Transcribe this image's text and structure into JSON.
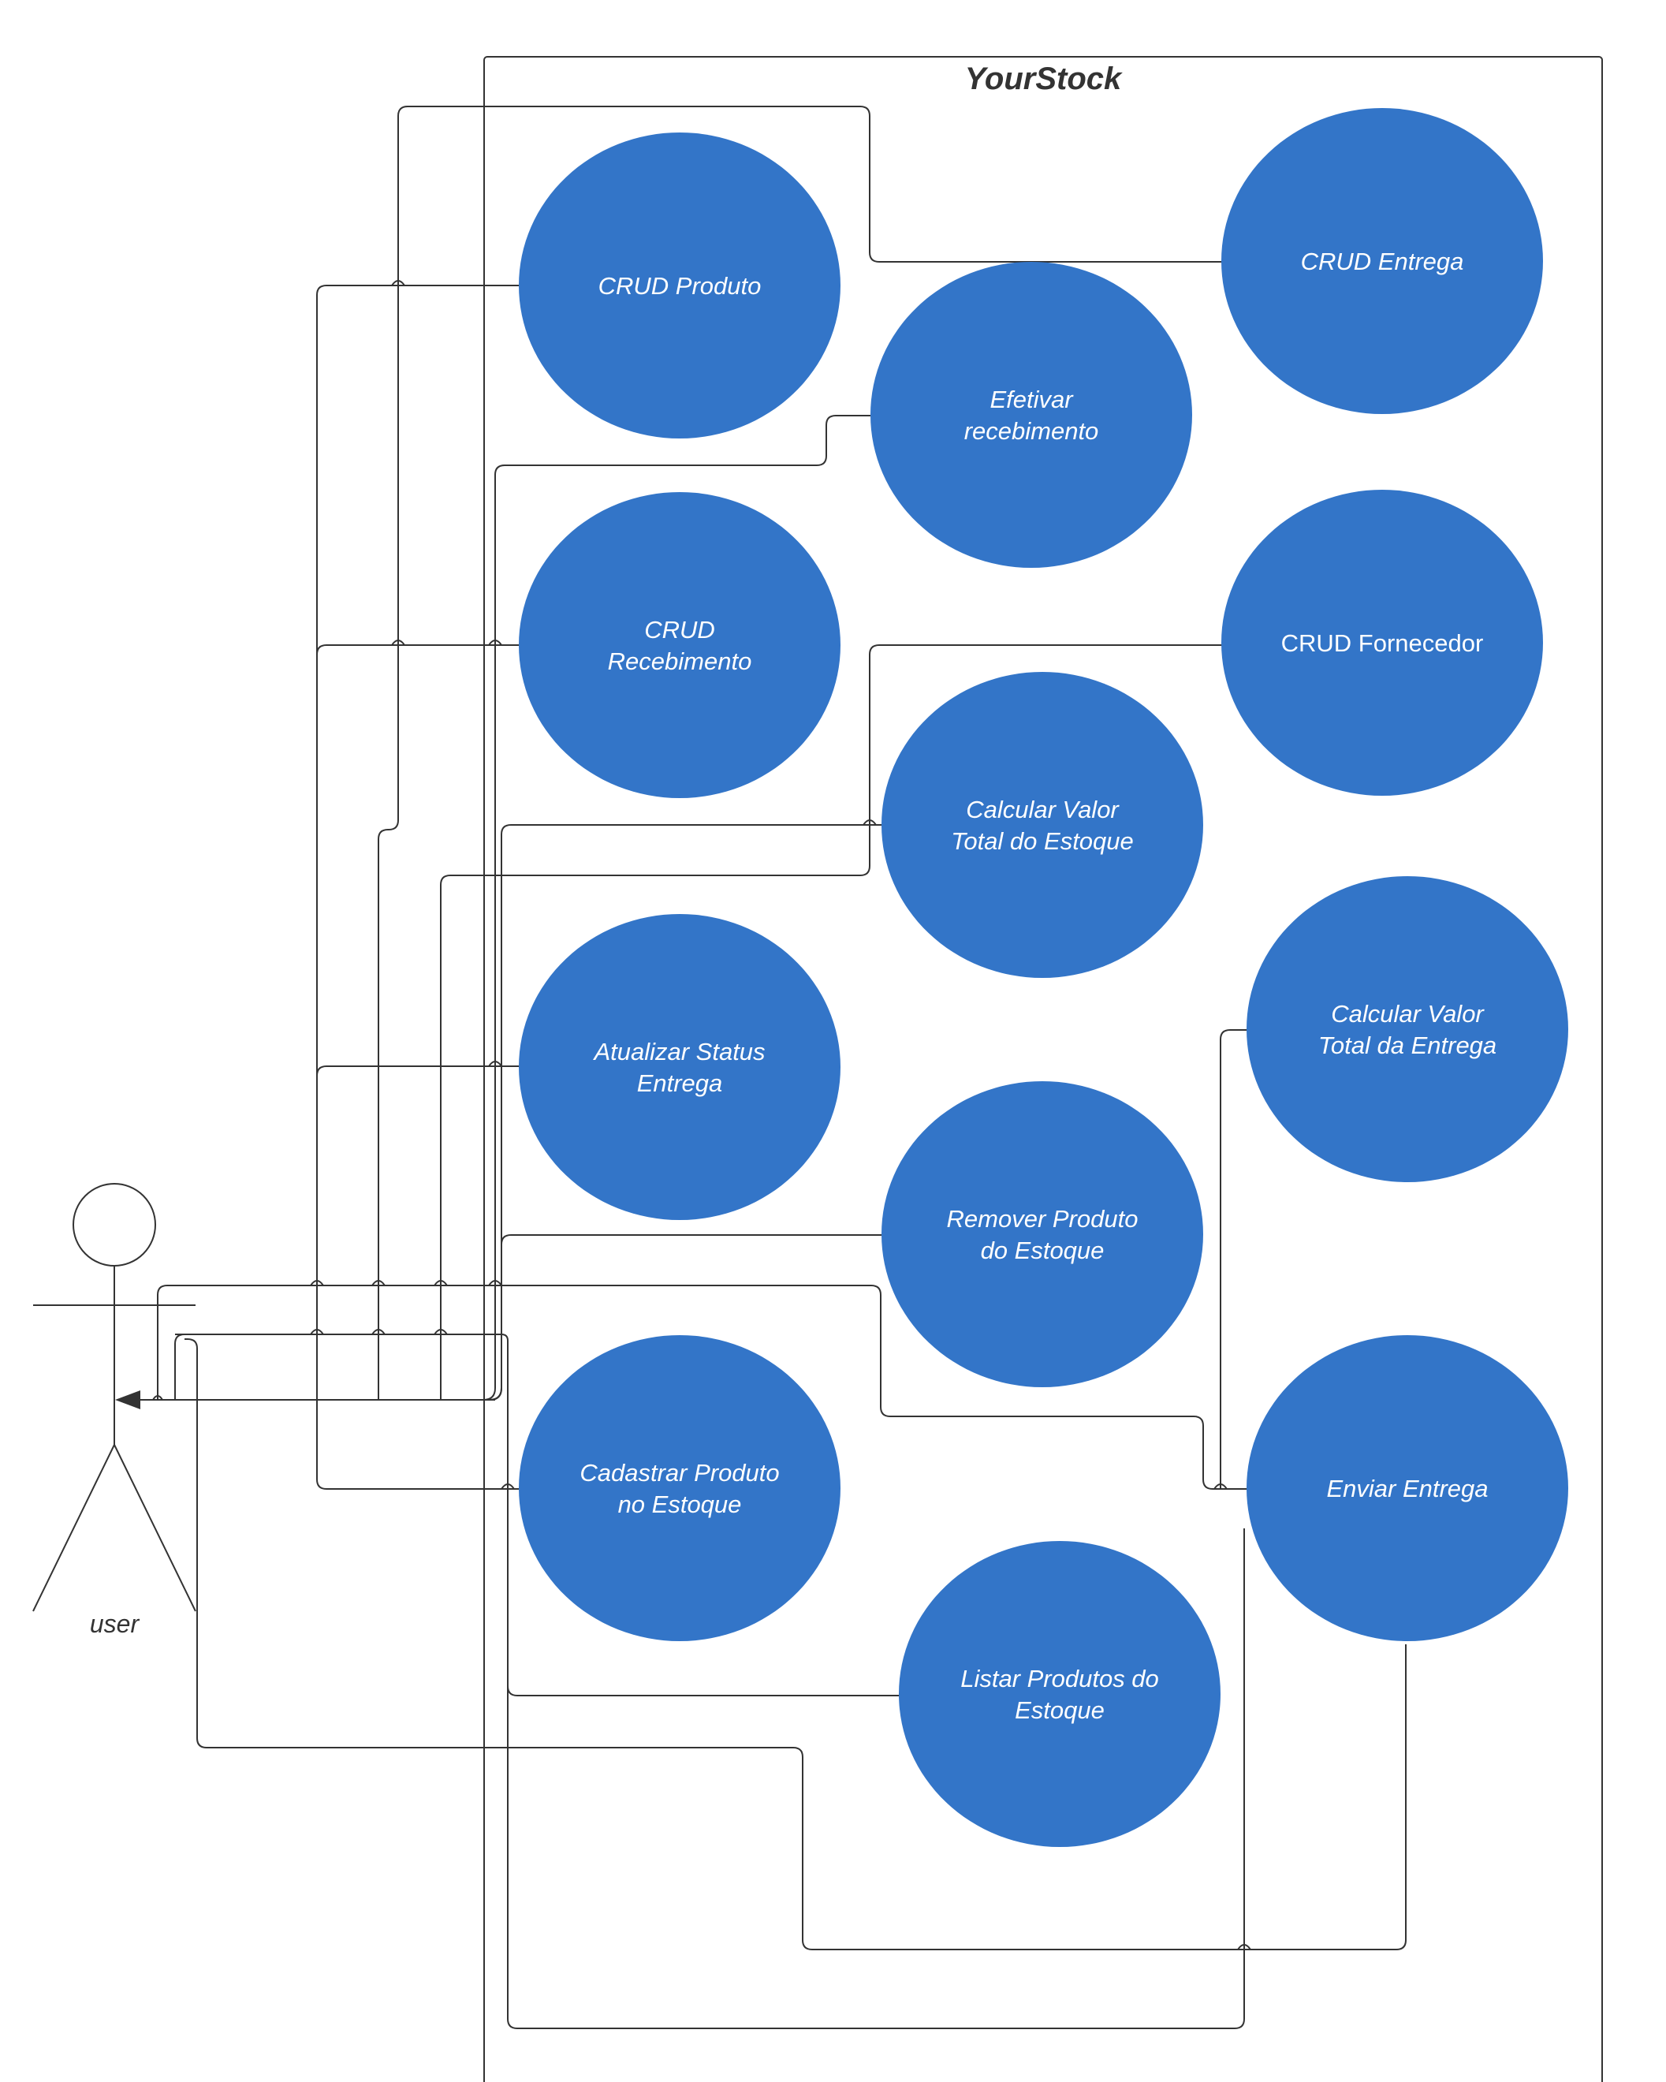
{
  "system": {
    "title": "YourStock"
  },
  "actor": {
    "label": "user"
  },
  "use_cases": [
    {
      "id": "crud-produto",
      "lines": [
        "CRUD Produto"
      ],
      "italic": true
    },
    {
      "id": "crud-entrega",
      "lines": [
        "CRUD Entrega"
      ],
      "italic": true
    },
    {
      "id": "efetivar-recebimento",
      "lines": [
        "Efetivar",
        "recebimento"
      ],
      "italic": true
    },
    {
      "id": "crud-recebimento",
      "lines": [
        "CRUD",
        "Recebimento"
      ],
      "italic": true
    },
    {
      "id": "crud-fornecedor",
      "lines": [
        "CRUD Fornecedor"
      ],
      "italic": false
    },
    {
      "id": "calcular-valor-estoque",
      "lines": [
        "Calcular Valor",
        "Total do Estoque"
      ],
      "italic": true
    },
    {
      "id": "atualizar-status-entrega",
      "lines": [
        "Atualizar Status",
        "Entrega"
      ],
      "italic": true
    },
    {
      "id": "calcular-valor-entrega",
      "lines": [
        "Calcular Valor",
        "Total da Entrega"
      ],
      "italic": true
    },
    {
      "id": "remover-produto-estoque",
      "lines": [
        "Remover Produto",
        "do Estoque"
      ],
      "italic": true
    },
    {
      "id": "cadastrar-produto-estoque",
      "lines": [
        "Cadastrar Produto",
        "no Estoque"
      ],
      "italic": true
    },
    {
      "id": "enviar-entrega",
      "lines": [
        "Enviar Entrega"
      ],
      "italic": true
    },
    {
      "id": "listar-produtos-estoque",
      "lines": [
        "Listar Produtos do",
        "Estoque"
      ],
      "italic": true
    }
  ],
  "colors": {
    "use_case_fill": "#3375C8",
    "line": "#333333",
    "text": "#FFFFFF"
  }
}
